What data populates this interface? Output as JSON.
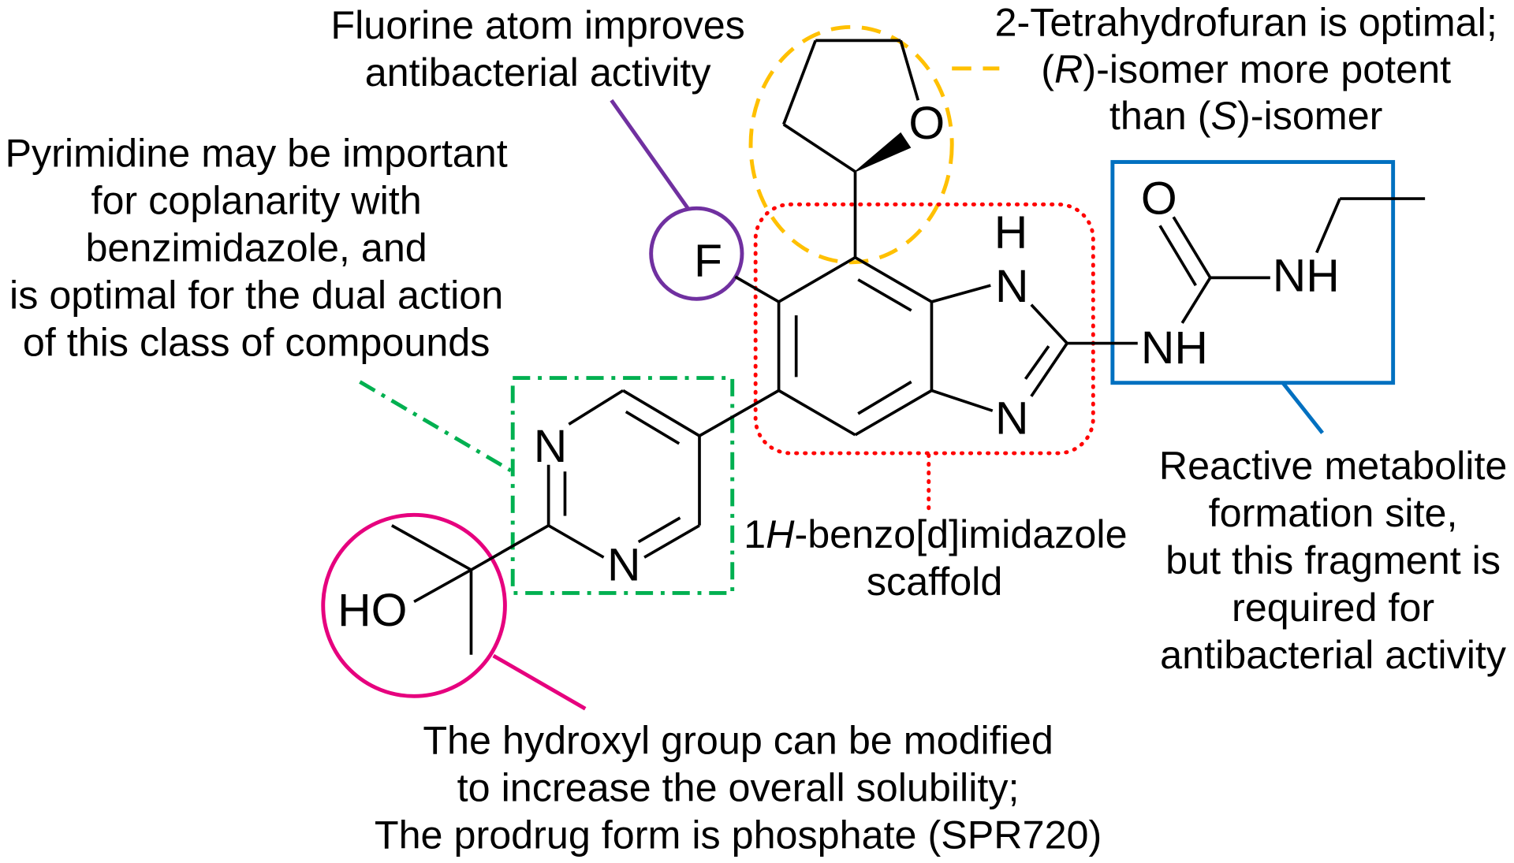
{
  "annotation_colors": {
    "fluorine": "#7030A0",
    "tetrahydrofuran": "#FFC000",
    "scaffold": "#FF0000",
    "urea": "#0070C0",
    "pyrimidine": "#00B050",
    "hydroxyl": "#E6007E"
  },
  "notes": {
    "fluorine": [
      "Fluorine atom improves",
      "antibacterial activity"
    ],
    "tetrahydrofuran": {
      "line1": "2-Tetrahydrofuran is optimal;",
      "line2": {
        "before": "(",
        "italic": "R",
        "after": ")-isomer more potent"
      },
      "line3": {
        "before": "than (",
        "italic": "S",
        "after": ")-isomer"
      }
    },
    "pyrimidine": [
      "Pyrimidine may be important",
      "for coplanarity with",
      "benzimidazole, and",
      "is optimal for the dual action",
      "of this class of compounds"
    ],
    "scaffold": {
      "line1": {
        "before": "1",
        "italic": "H",
        "after": "-benzo[d]imidazole"
      },
      "line2": "scaffold"
    },
    "urea": [
      "Reactive metabolite",
      "formation site,",
      "but this fragment is",
      "required for",
      "antibacterial activity"
    ],
    "hydroxyl": [
      "The hydroxyl group can be modified",
      "to increase the overall solubility;",
      "The prodrug form is phosphate (SPR720)"
    ]
  },
  "molecule": {
    "atoms": {
      "fluorine": "F",
      "thf_oxygen": "O",
      "imidazole_h": "H",
      "imidazole_n1": "N",
      "imidazole_n3": "N",
      "urea_nh": "NH",
      "carbonyl_o": "O",
      "ethyl_nh": "NH",
      "pyrimidine_n1": "N",
      "pyrimidine_n3": "N",
      "hydroxyl": "HO"
    }
  }
}
